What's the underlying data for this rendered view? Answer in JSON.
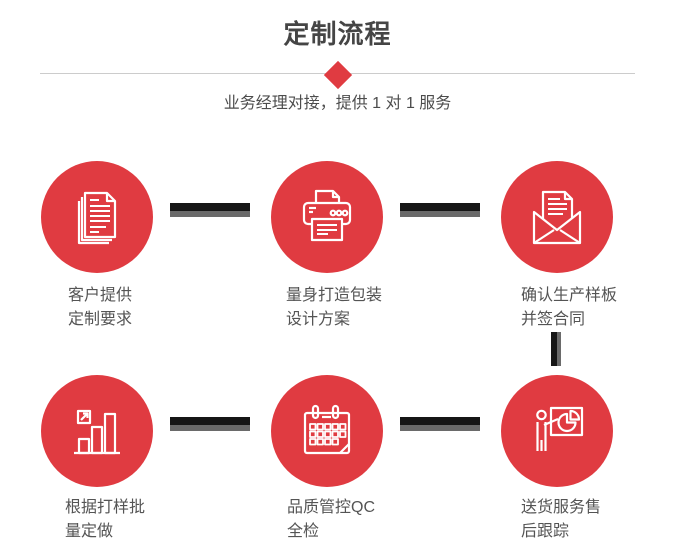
{
  "page": {
    "title": "定制流程",
    "subtitle": "业务经理对接，提供 1 对 1 服务"
  },
  "colors": {
    "accent_red": "#e03b41",
    "connector_dark": "#161616",
    "connector_gray": "#6a6a6a",
    "divider_line": "#cccccc",
    "title_text": "#454545",
    "label_text": "#545454",
    "icon_stroke": "#ffffff"
  },
  "steps": [
    {
      "icon": "documents-icon",
      "label_line1": "客户提供",
      "label_line2": "定制要求"
    },
    {
      "icon": "printer-icon",
      "label_line1": "量身打造包装",
      "label_line2": "设计方案"
    },
    {
      "icon": "envelope-icon",
      "label_line1": "确认生产样板",
      "label_line2": "并签合同"
    },
    {
      "icon": "bar-chart-icon",
      "label_line1": "根据打样批",
      "label_line2": "量定做"
    },
    {
      "icon": "calendar-icon",
      "label_line1": "品质管控QC",
      "label_line2": "全检"
    },
    {
      "icon": "presentation-icon",
      "label_line1": "送货服务售",
      "label_line2": "后跟踪"
    }
  ]
}
